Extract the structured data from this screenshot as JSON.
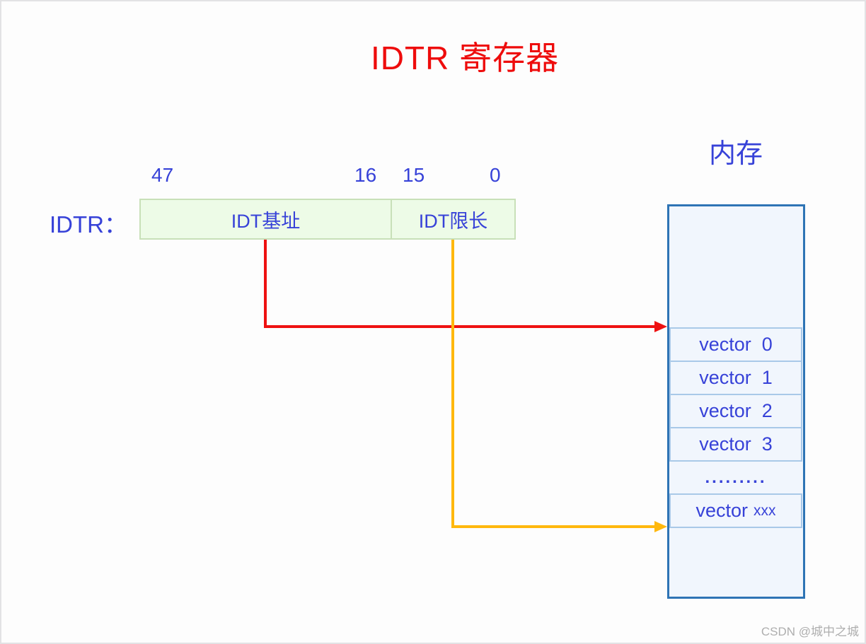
{
  "title": "IDTR 寄存器",
  "register": {
    "label": "IDTR：",
    "bits": {
      "b47": "47",
      "b16": "16",
      "b15": "15",
      "b0": "0"
    },
    "base_field_label": "IDT基址",
    "limit_field_label": "IDT限长"
  },
  "memory": {
    "title": "内存",
    "rows": [
      "vector  0",
      "vector  1",
      "vector  2",
      "vector  3"
    ],
    "ellipsis": ".........",
    "last_row": {
      "prefix": "vector",
      "suffix": "xxx"
    }
  },
  "watermark": "CSDN @城中之城",
  "colors": {
    "title_red": "#ee0c0c",
    "diagram_blue": "#3742d8",
    "register_fill": "#edfbe7",
    "register_border": "#c8e0b8",
    "memory_border": "#2e74b5",
    "memory_fill": "#f1f6fd",
    "cell_border": "#a9c9e8",
    "arrow_red": "#ee1111",
    "arrow_yellow": "#ffb80d",
    "watermark_gray": "#aeaeae"
  }
}
